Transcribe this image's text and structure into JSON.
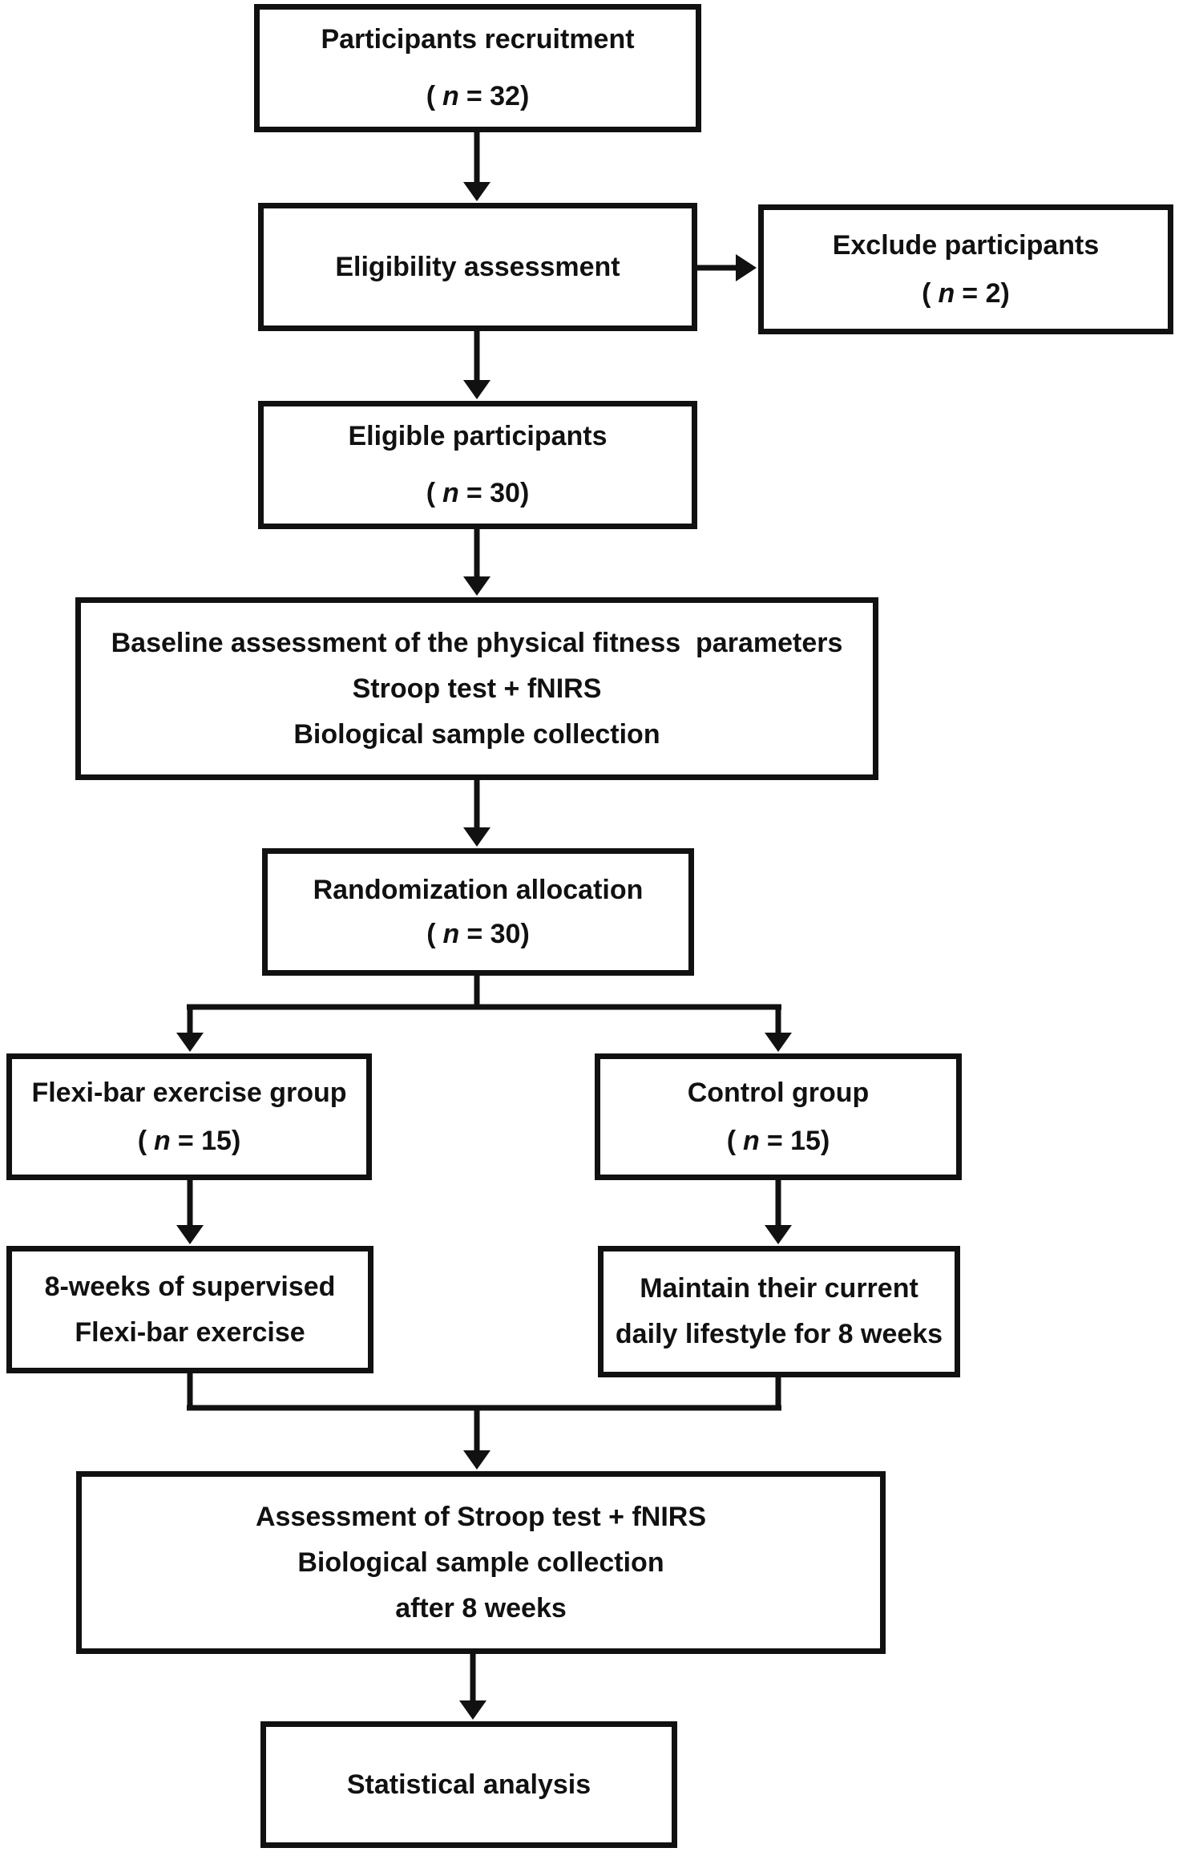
{
  "diagram": {
    "boxes": {
      "recruitment": {
        "title": "Participants recruitment",
        "count": {
          "open": "(",
          "var": "n",
          "rest": "= 32)"
        }
      },
      "eligibility": {
        "title": "Eligibility assessment"
      },
      "exclude": {
        "title": "Exclude participants",
        "count": {
          "open": "(",
          "var": "n",
          "rest": "= 2)"
        }
      },
      "eligible": {
        "title": "Eligible participants",
        "count": {
          "open": "(",
          "var": "n",
          "rest": "= 30)"
        }
      },
      "baseline": {
        "lines": [
          "Baseline assessment of the physical fitness  parameters",
          "Stroop test + fNIRS",
          "Biological sample collection"
        ]
      },
      "randomization": {
        "title": "Randomization allocation",
        "count": {
          "open": "(",
          "var": "n",
          "rest": "= 30)"
        }
      },
      "flexi_group": {
        "title": "Flexi-bar exercise group",
        "count": {
          "open": "(",
          "var": "n",
          "rest": "= 15)"
        }
      },
      "control_group": {
        "title": "Control group",
        "count": {
          "open": "(",
          "var": "n",
          "rest": "= 15)"
        }
      },
      "flexi_intervention": {
        "lines": [
          "8-weeks of supervised",
          "Flexi-bar exercise"
        ]
      },
      "control_intervention": {
        "lines": [
          "Maintain their current",
          "daily lifestyle for 8 weeks"
        ]
      },
      "post_assessment": {
        "lines": [
          "Assessment of Stroop test + fNIRS",
          "Biological sample collection",
          "after 8 weeks"
        ]
      },
      "statistics": {
        "title": "Statistical analysis"
      }
    },
    "colors": {
      "line": "#111111",
      "background": "#ffffff"
    }
  }
}
